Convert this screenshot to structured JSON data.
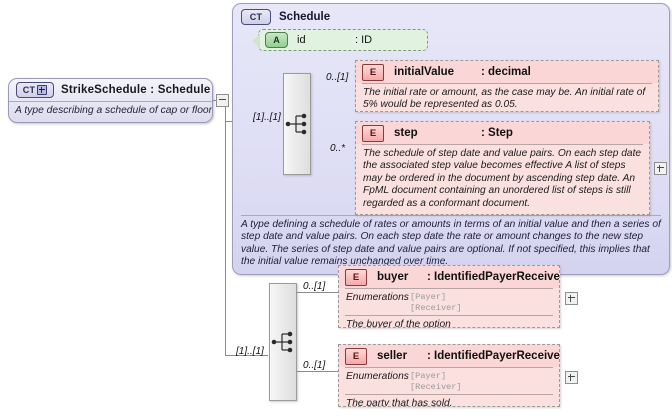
{
  "diagram": {
    "type": "xsd-schema-diagram",
    "root": {
      "badge": "CT",
      "badge_icon": "complextype-expandable-icon",
      "title": "StrikeSchedule : Schedule",
      "documentation": "A type describing a schedule of cap or floor rates.",
      "collapse_control": "minus"
    },
    "container": {
      "badge": "CT",
      "name": "Schedule",
      "documentation": "A type defining a schedule of rates or amounts in terms of an initial value and then a series of step date and value pairs. On each step date the rate or amount changes to the new step value. The series of step date and value pairs are optional. If not specified, this implies that the initial value remains unchanged over time."
    },
    "attribute": {
      "badge": "A",
      "name": "id",
      "type": ": ID"
    },
    "sequences": [
      {
        "name": "sequence-node-schedule",
        "cardinality": "[1]..[1]"
      },
      {
        "name": "sequence-node-party",
        "cardinality": "[1]..[1]"
      }
    ],
    "elements": [
      {
        "badge": "E",
        "name": "initialValue",
        "type": ": decimal",
        "cardinality": "0..[1]",
        "documentation": "The initial rate or amount, as the case may be. An initial rate of 5% would be represented as 0.05.",
        "expandable": false
      },
      {
        "badge": "E",
        "name": "step",
        "type": ": Step",
        "cardinality": "0..*",
        "documentation": "The schedule of step date and value pairs. On each step date the associated step value becomes effective A list of steps may be ordered in the document by ascending step date. An FpML document containing an unordered list of steps is still regarded as a conformant document.",
        "expandable": true
      },
      {
        "badge": "E",
        "name": "buyer",
        "type": ": IdentifiedPayerReceiver",
        "cardinality": "0..[1]",
        "enumerations_label": "Enumerations",
        "enumerations": "[Payer]\n[Receiver]",
        "documentation": "The buyer of the option",
        "expandable": true
      },
      {
        "badge": "E",
        "name": "seller",
        "type": ": IdentifiedPayerReceiver",
        "cardinality": "0..[1]",
        "enumerations_label": "Enumerations",
        "enumerations": "[Payer]\n[Receiver]",
        "documentation": "The party that has sold.",
        "expandable": true
      }
    ],
    "colors": {
      "element_fill": "#fbe0e0",
      "attribute_fill": "#e2f2e0",
      "container_fill": "#dddcf4",
      "root_fill": "#e6e6f4",
      "line": "#8b8b8b"
    }
  }
}
